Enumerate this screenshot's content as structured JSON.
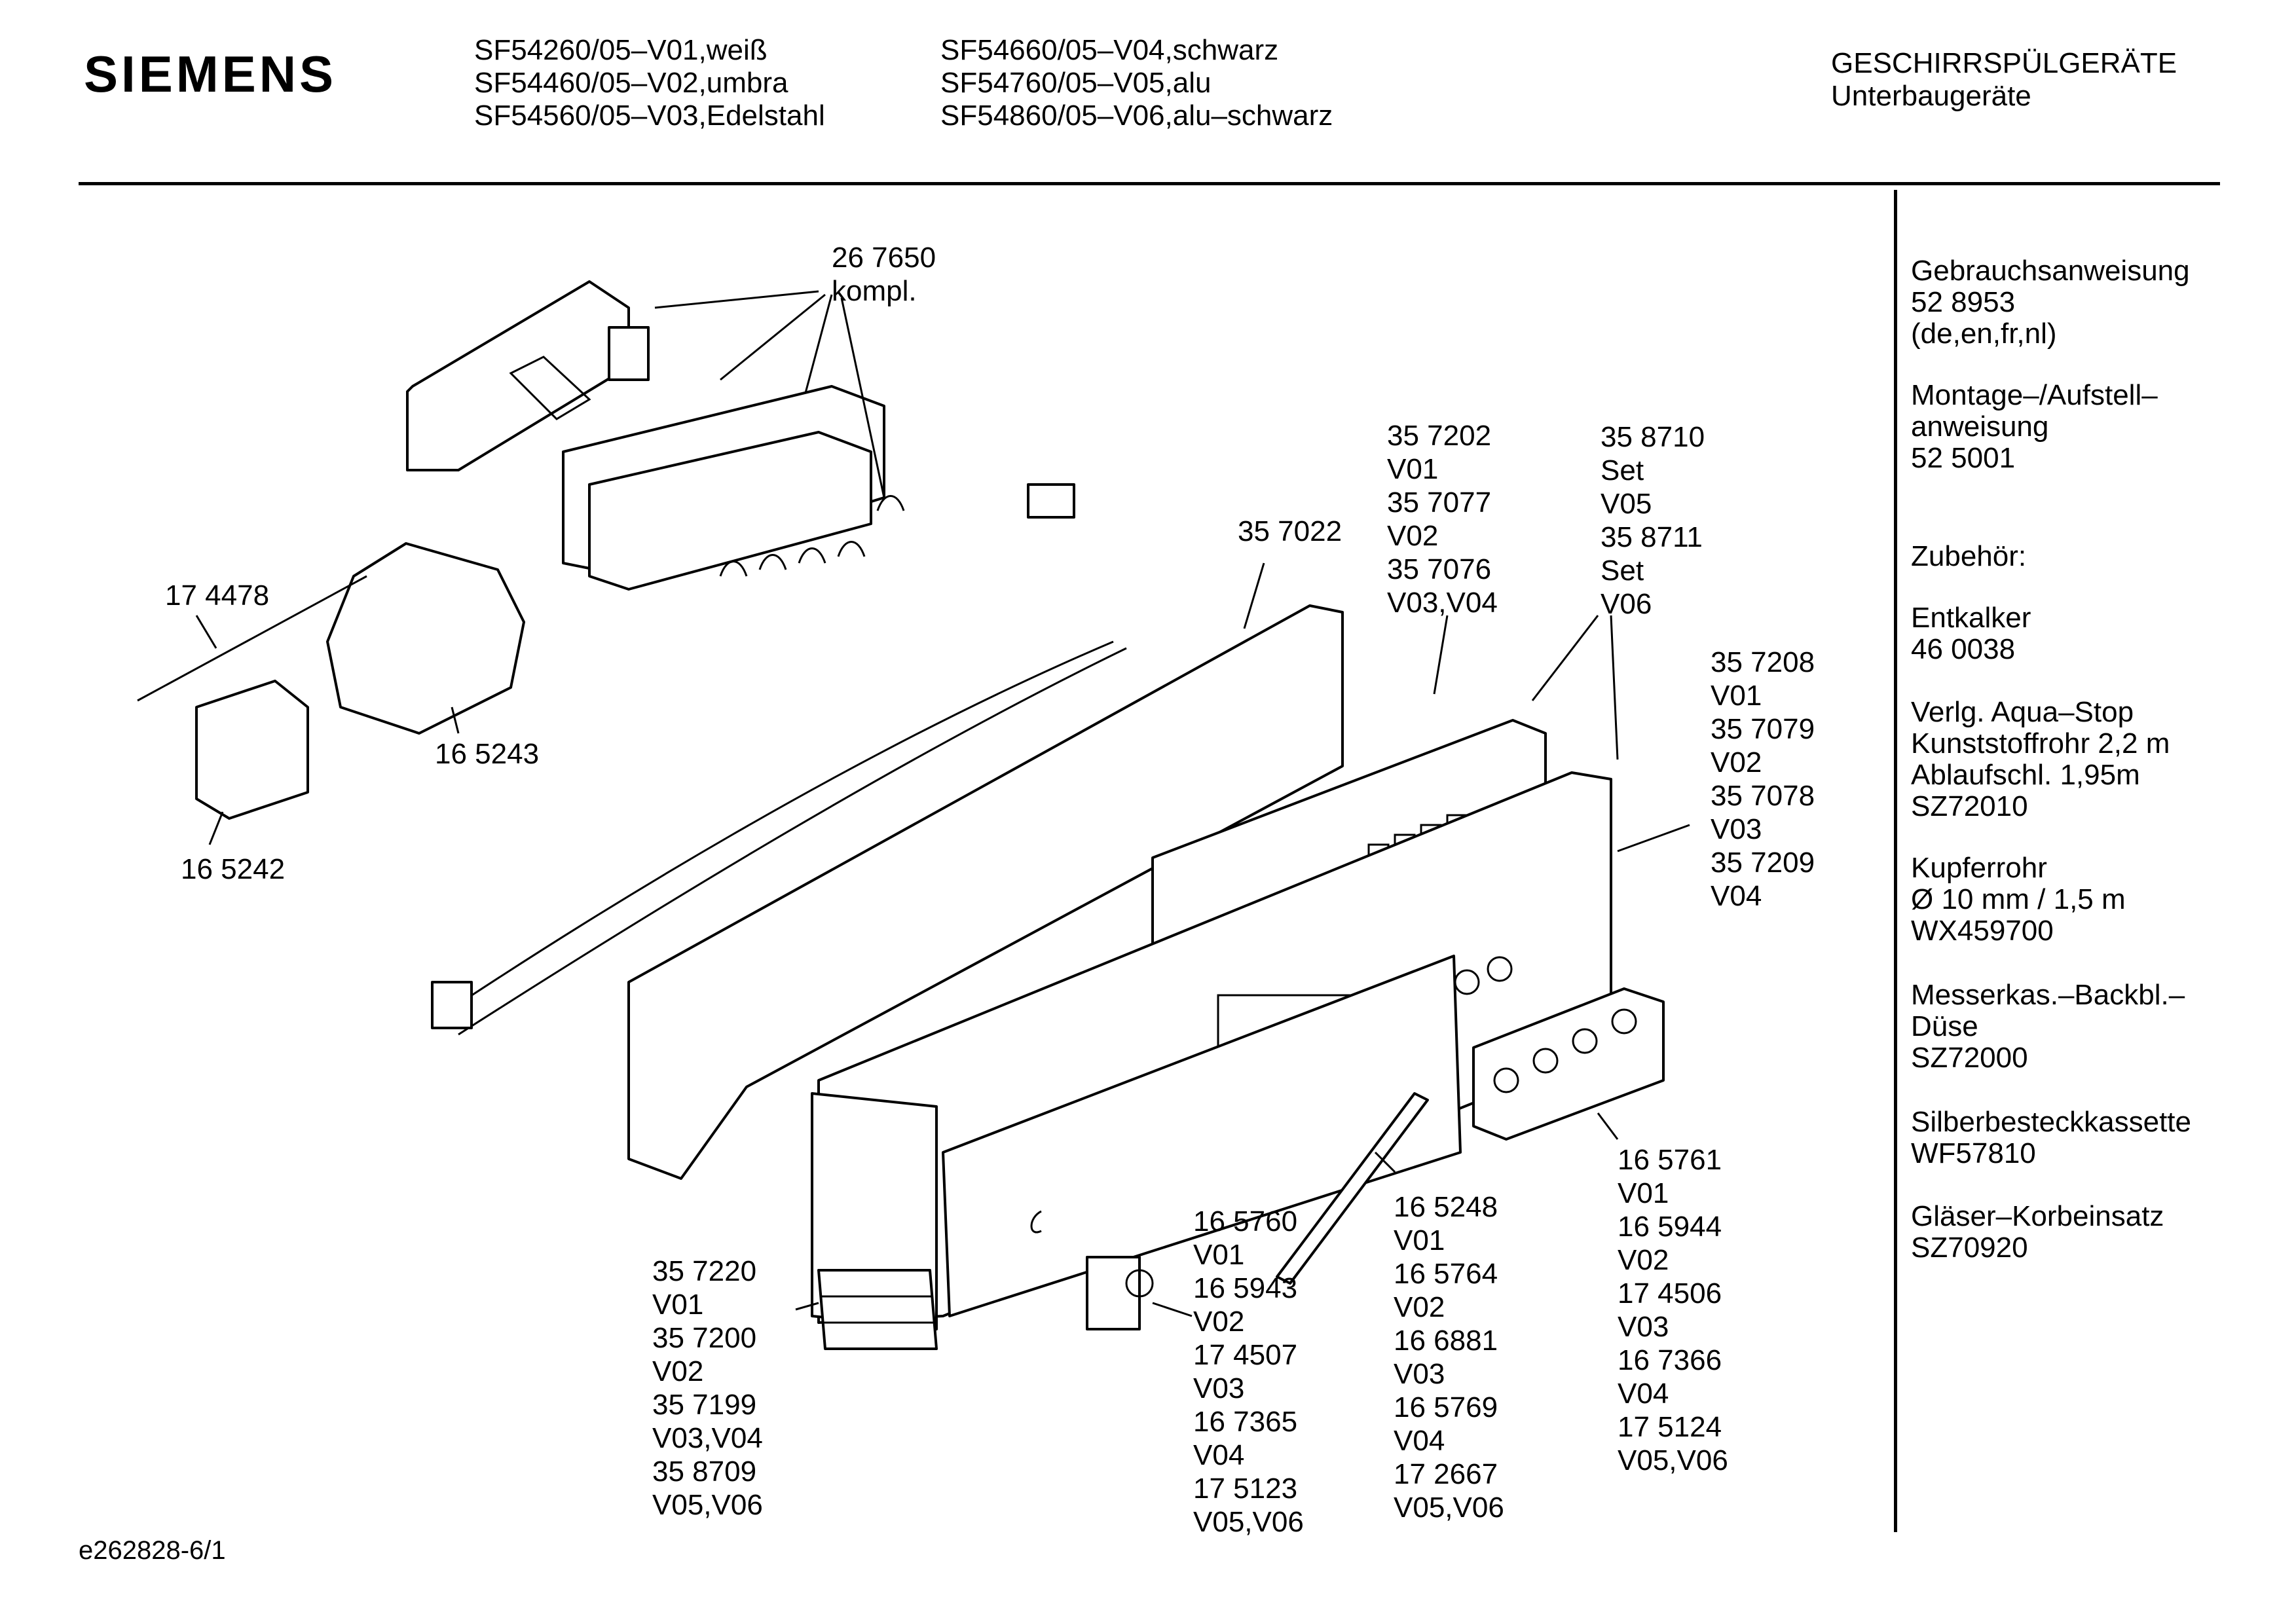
{
  "header": {
    "brand": "SIEMENS",
    "models_col1": [
      "SF54260/05–V01,weiß",
      "SF54460/05–V02,umbra",
      "SF54560/05–V03,Edelstahl"
    ],
    "models_col2": [
      "SF54660/05–V04,schwarz",
      "SF54760/05–V05,alu",
      "SF54860/05–V06,alu–schwarz"
    ],
    "category_line1": "GESCHIRRSPÜLGERÄTE",
    "category_line2": "Unterbaugeräte"
  },
  "parts": {
    "p267650": [
      "26 7650",
      "kompl."
    ],
    "p174478": [
      "17 4478"
    ],
    "p165243": [
      "16 5243"
    ],
    "p165242": [
      "16 5242"
    ],
    "p357022": [
      "35 7022"
    ],
    "p357202": [
      "35 7202",
      "V01",
      "35 7077",
      "V02",
      "35 7076",
      "V03,V04"
    ],
    "p358710": [
      "35 8710",
      "Set",
      "V05",
      "35 8711",
      "Set",
      "V06"
    ],
    "p357208": [
      "35 7208",
      "V01",
      "35 7079",
      "V02",
      "35 7078",
      "V03",
      "35 7209",
      "V04"
    ],
    "p357220": [
      "35 7220",
      "V01",
      "35 7200",
      "V02",
      "35 7199",
      "V03,V04",
      "35 8709",
      "V05,V06"
    ],
    "p165760": [
      "16 5760",
      "V01",
      "16 5943",
      "V02",
      "17 4507",
      "V03",
      "16 7365",
      "V04",
      "17 5123",
      "V05,V06"
    ],
    "p165248": [
      "16 5248",
      "V01",
      "16 5764",
      "V02",
      "16 6881",
      "V03",
      "16 5769",
      "V04",
      "17 2667",
      "V05,V06"
    ],
    "p165761": [
      "16 5761",
      "V01",
      "16 5944",
      "V02",
      "17 4506",
      "V03",
      "16 7366",
      "V04",
      "17 5124",
      "V05,V06"
    ]
  },
  "sidebar": {
    "manual": [
      "Gebrauchsanweisung",
      "52 8953",
      "(de,en,fr,nl)"
    ],
    "mounting": [
      "Montage–/Aufstell–",
      "anweisung",
      "52 5001"
    ],
    "accessories_title": "Zubehör:",
    "descaler": [
      "Entkalker",
      "46 0038"
    ],
    "aquastop": [
      "Verlg. Aqua–Stop",
      "Kunststoffrohr 2,2 m",
      "Ablaufschl. 1,95m",
      "SZ72010"
    ],
    "copper": [
      "Kupferrohr",
      "Ø 10 mm / 1,5 m",
      "WX459700"
    ],
    "nozzle": [
      "Messerkas.–Backbl.–",
      "Düse",
      "SZ72000"
    ],
    "cutlery": [
      "Silberbesteckkassette",
      "WF57810"
    ],
    "glass": [
      "Gläser–Korbeinsatz",
      "SZ70920"
    ]
  },
  "footer": {
    "code": "e262828-6/1"
  }
}
